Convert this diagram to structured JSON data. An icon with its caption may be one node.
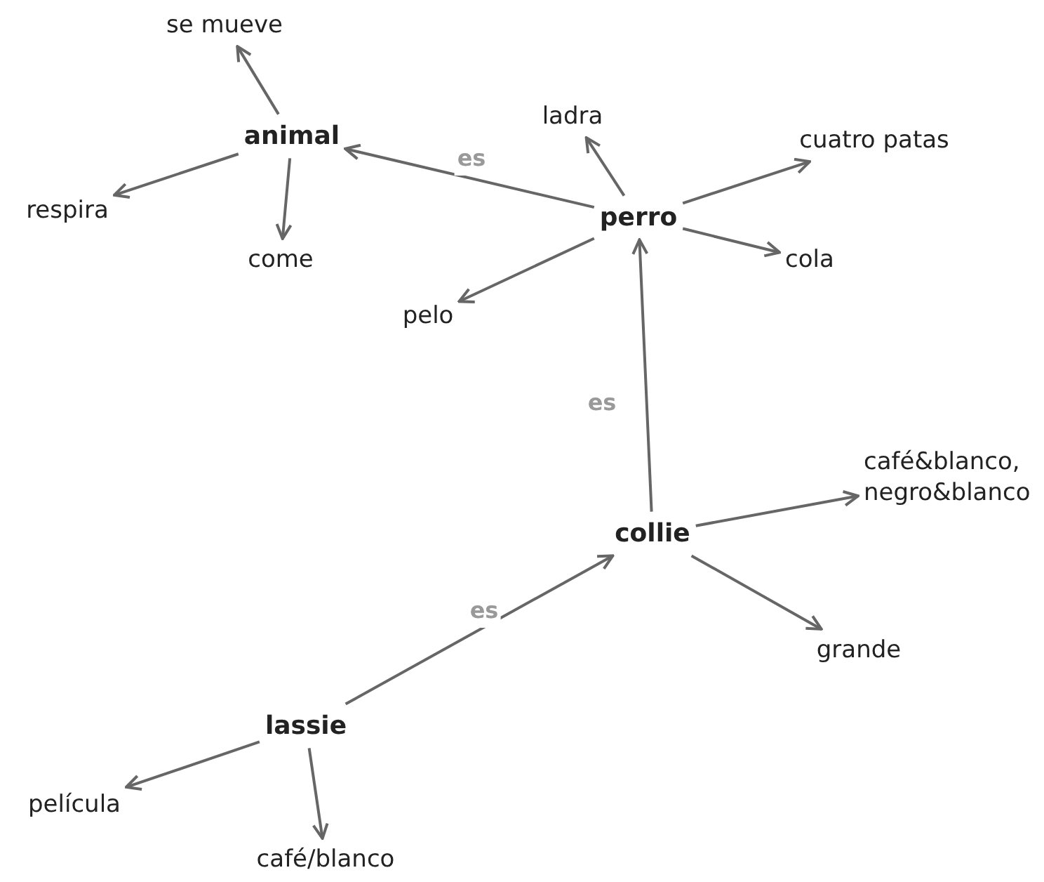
{
  "diagram": {
    "nodes": [
      {
        "text": [
          "animal"
        ]
      },
      {
        "text": [
          "se mueve"
        ]
      },
      {
        "text": [
          "respira"
        ]
      },
      {
        "text": [
          "come"
        ]
      },
      {
        "text": [
          "perro"
        ]
      },
      {
        "text": [
          "ladra"
        ]
      },
      {
        "text": [
          "cuatro patas"
        ]
      },
      {
        "text": [
          "cola"
        ]
      },
      {
        "text": [
          "pelo"
        ]
      },
      {
        "text": [
          "collie"
        ]
      },
      {
        "text": [
          "café&blanco, negro&blanco"
        ]
      },
      {
        "text": [
          "grande"
        ]
      },
      {
        "text": [
          "lassie"
        ]
      },
      {
        "text": [
          "película"
        ]
      },
      {
        "text": [
          "café/blanco"
        ]
      }
    ],
    "edges": [
      {
        "from": 0,
        "to": 1,
        "arrow": "to"
      },
      {
        "from": 0,
        "to": 2,
        "arrow": "to"
      },
      {
        "from": 0,
        "to": 3,
        "arrow": "to"
      },
      {
        "from": 4,
        "to": 0,
        "arrow": "to",
        "label": "es"
      },
      {
        "from": 4,
        "to": 5,
        "arrow": "to"
      },
      {
        "from": 4,
        "to": 6,
        "arrow": "to"
      },
      {
        "from": 4,
        "to": 7,
        "arrow": "to"
      },
      {
        "from": 4,
        "to": 8,
        "arrow": "to"
      },
      {
        "from": 9,
        "to": 4,
        "arrow": "to",
        "label": "es"
      },
      {
        "from": 9,
        "to": 10,
        "arrow": "to"
      },
      {
        "from": 9,
        "to": 11,
        "arrow": "to"
      },
      {
        "from": 12,
        "to": 9,
        "arrow": "to",
        "label": "es"
      },
      {
        "from": 12,
        "to": 13,
        "arrow": "to"
      },
      {
        "from": 12,
        "to": 14,
        "arrow": "to"
      }
    ]
  }
}
